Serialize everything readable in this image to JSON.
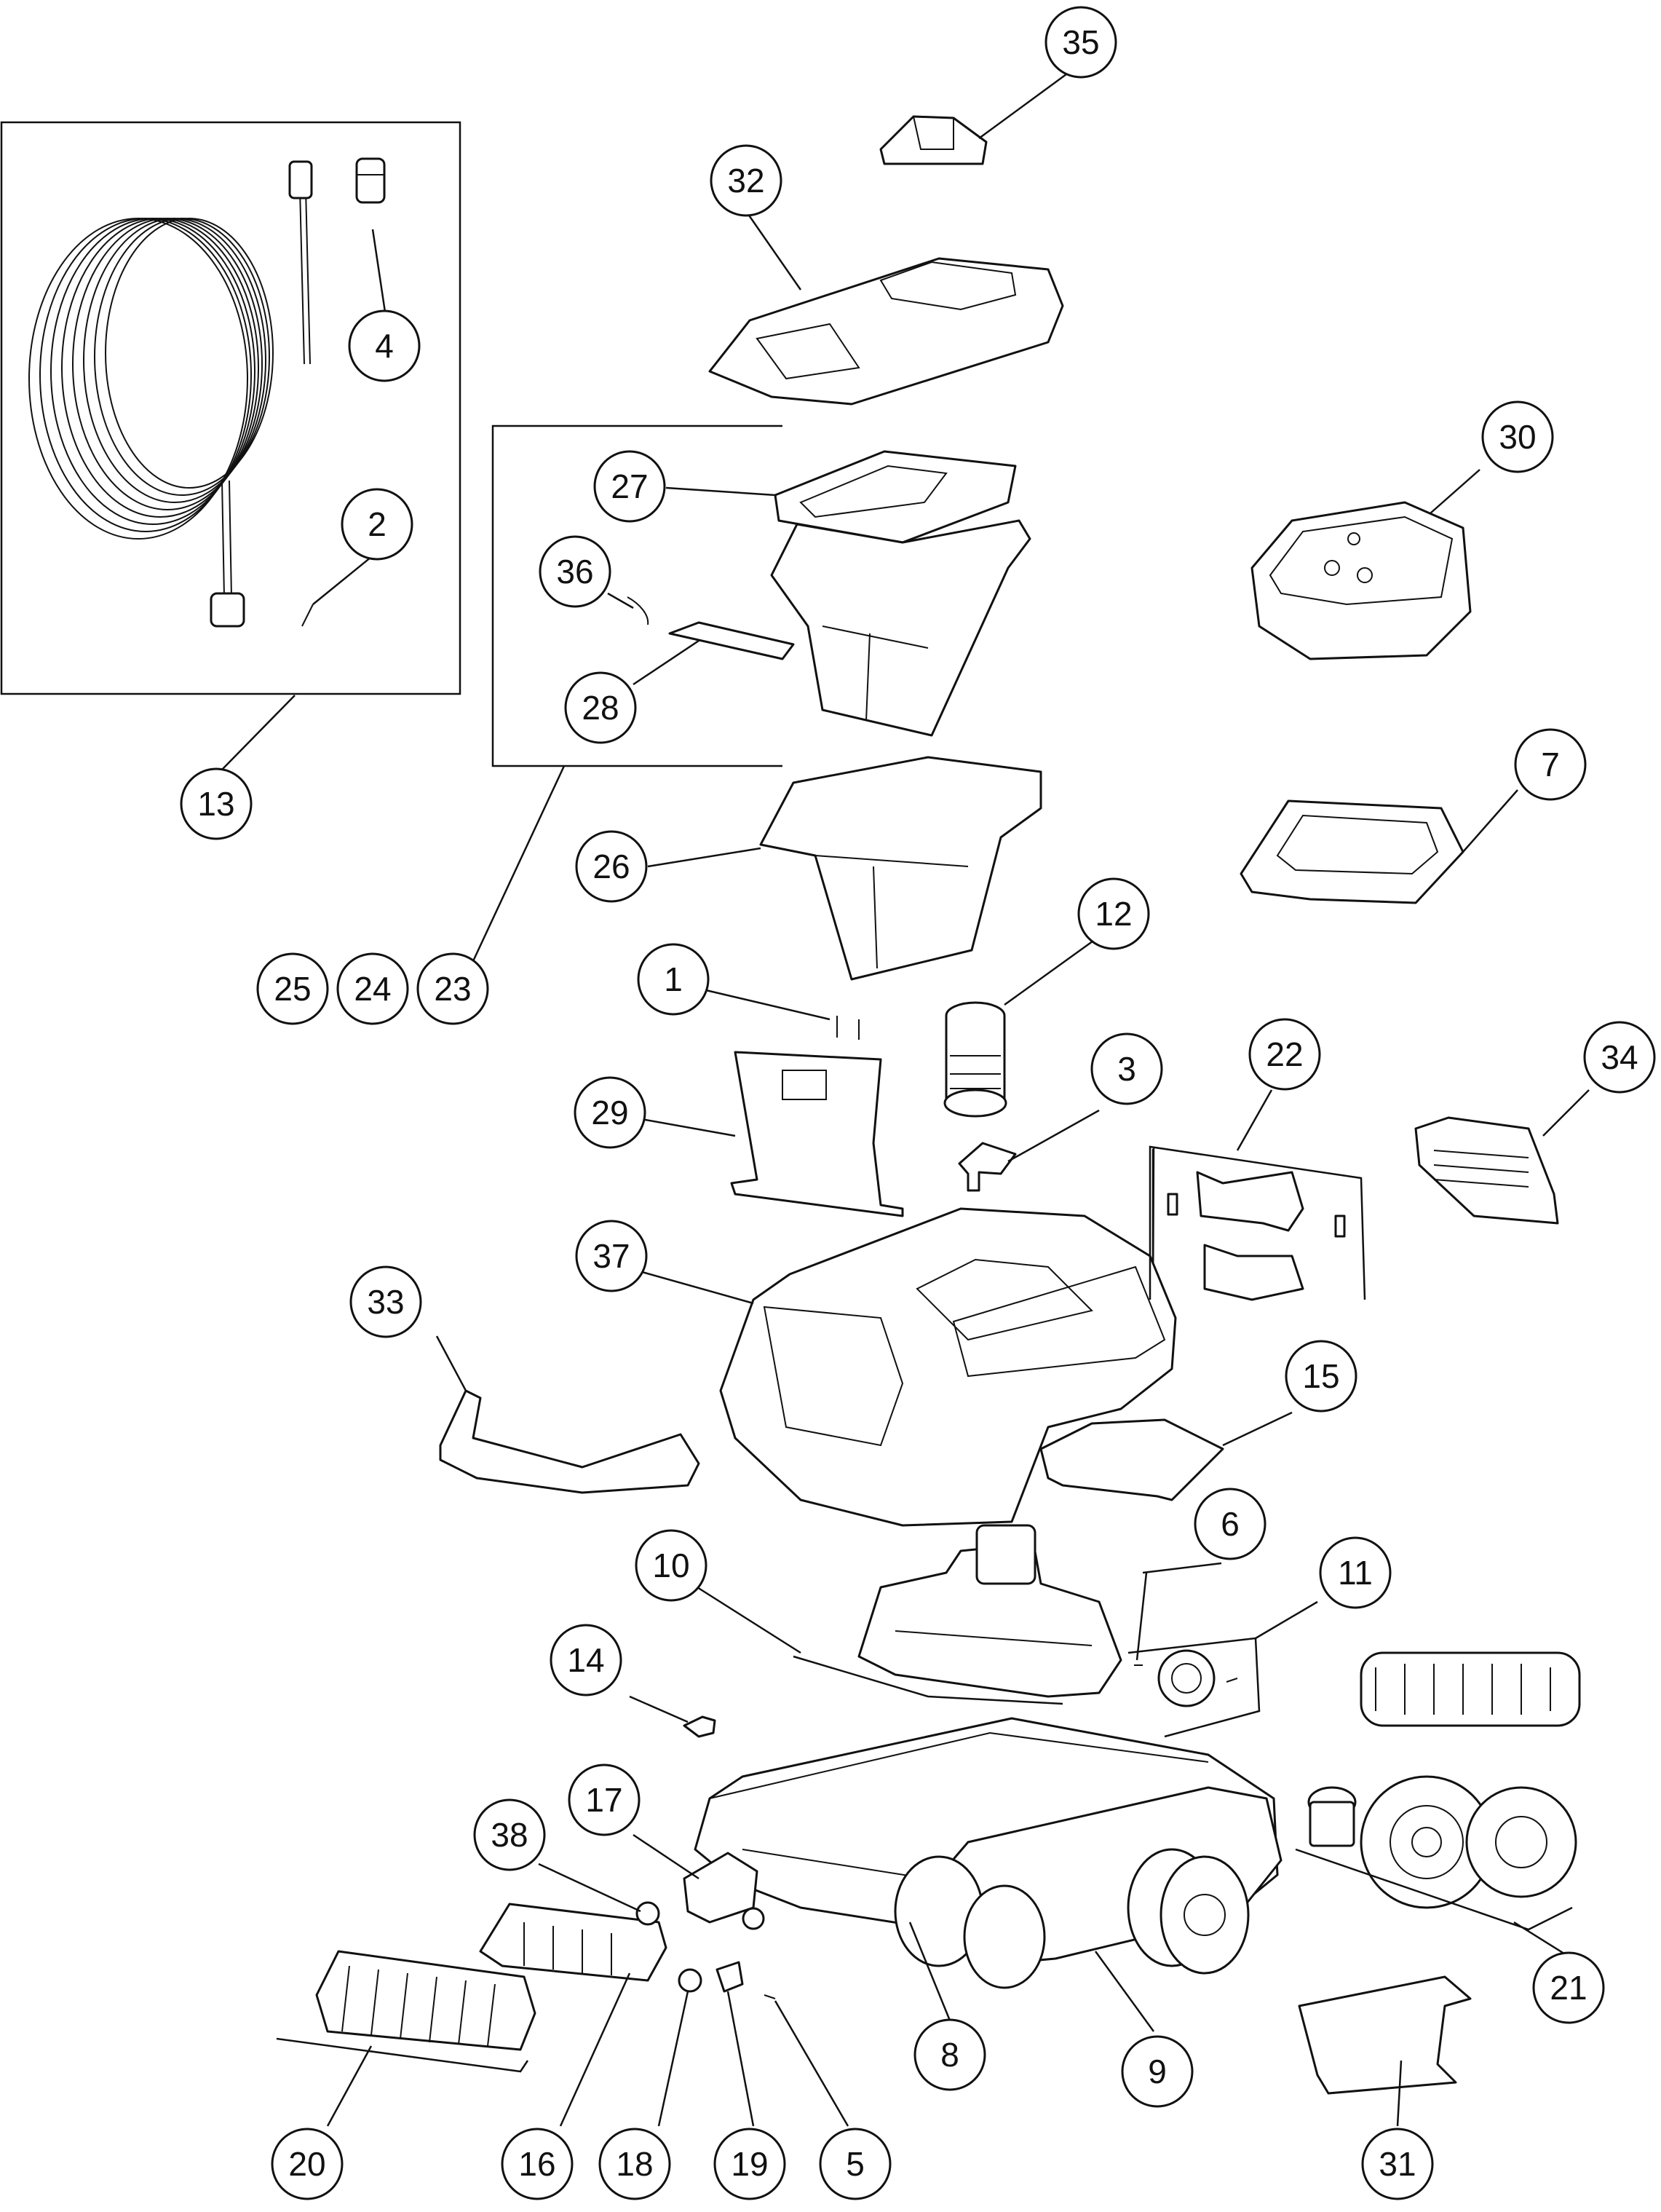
{
  "diagram": {
    "callouts": [
      {
        "id": "35",
        "label": "35"
      },
      {
        "id": "32",
        "label": "32"
      },
      {
        "id": "4",
        "label": "4"
      },
      {
        "id": "2",
        "label": "2"
      },
      {
        "id": "13",
        "label": "13"
      },
      {
        "id": "27",
        "label": "27"
      },
      {
        "id": "36",
        "label": "36"
      },
      {
        "id": "28",
        "label": "28"
      },
      {
        "id": "30",
        "label": "30"
      },
      {
        "id": "7",
        "label": "7"
      },
      {
        "id": "26",
        "label": "26"
      },
      {
        "id": "25",
        "label": "25"
      },
      {
        "id": "24",
        "label": "24"
      },
      {
        "id": "23",
        "label": "23"
      },
      {
        "id": "12",
        "label": "12"
      },
      {
        "id": "1",
        "label": "1"
      },
      {
        "id": "3",
        "label": "3"
      },
      {
        "id": "22",
        "label": "22"
      },
      {
        "id": "34",
        "label": "34"
      },
      {
        "id": "29",
        "label": "29"
      },
      {
        "id": "37",
        "label": "37"
      },
      {
        "id": "33",
        "label": "33"
      },
      {
        "id": "15",
        "label": "15"
      },
      {
        "id": "6",
        "label": "6"
      },
      {
        "id": "11",
        "label": "11"
      },
      {
        "id": "10",
        "label": "10"
      },
      {
        "id": "14",
        "label": "14"
      },
      {
        "id": "17",
        "label": "17"
      },
      {
        "id": "38",
        "label": "38"
      },
      {
        "id": "8",
        "label": "8"
      },
      {
        "id": "9",
        "label": "9"
      },
      {
        "id": "21",
        "label": "21"
      },
      {
        "id": "20",
        "label": "20"
      },
      {
        "id": "16",
        "label": "16"
      },
      {
        "id": "18",
        "label": "18"
      },
      {
        "id": "19",
        "label": "19"
      },
      {
        "id": "5",
        "label": "5"
      },
      {
        "id": "31",
        "label": "31"
      }
    ]
  }
}
